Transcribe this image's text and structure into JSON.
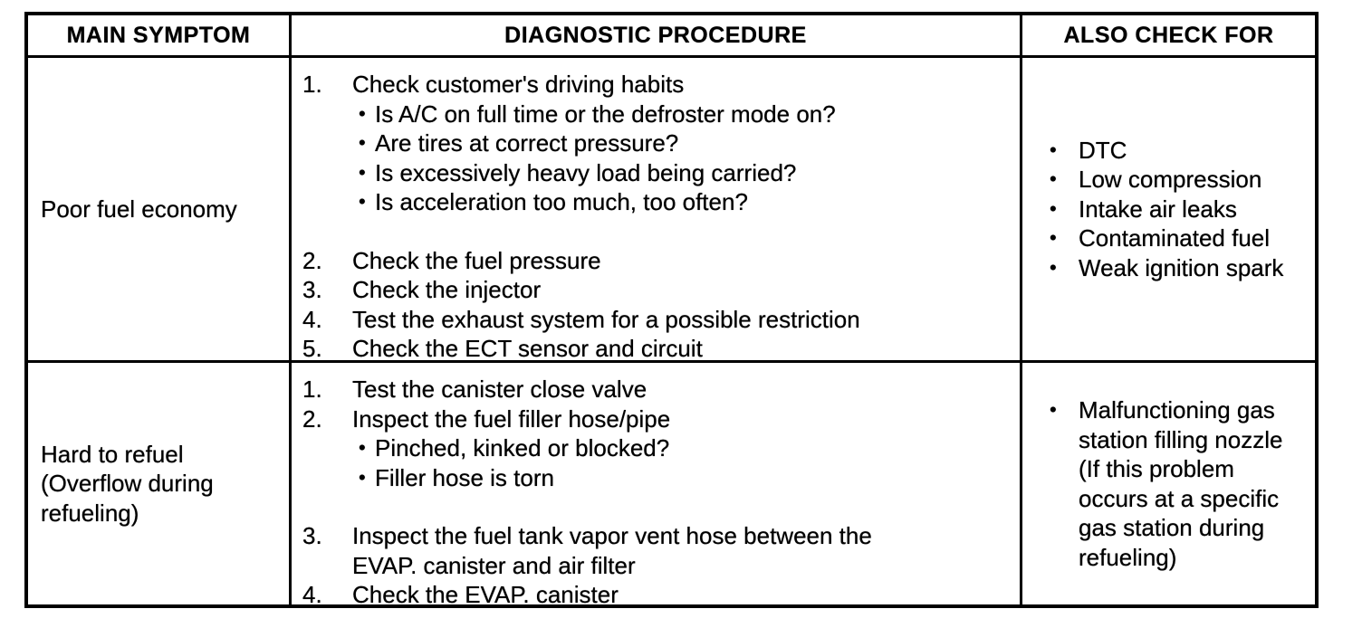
{
  "table": {
    "bullet": "•",
    "headers": [
      {
        "label": "MAIN SYMPTOM"
      },
      {
        "label": "DIAGNOSTIC PROCEDURE"
      },
      {
        "label": "ALSO CHECK FOR"
      }
    ],
    "rows": [
      {
        "symptom": "Poor fuel economy",
        "procedure": [
          {
            "num": "1.",
            "text": "Check customer's driving habits",
            "subs": [
              "Is A/C on full time or the defroster mode on?",
              "Are tires at correct pressure?",
              "Is excessively heavy load being carried?",
              "Is acceleration too much, too often?"
            ]
          },
          {
            "num": "2.",
            "text": "Check the fuel pressure"
          },
          {
            "num": "3.",
            "text": "Check the injector"
          },
          {
            "num": "4.",
            "text": "Test the exhaust system for a possible restriction"
          },
          {
            "num": "5.",
            "text": "Check the ECT sensor and circuit"
          }
        ],
        "also_check": [
          "DTC",
          "Low compression",
          "Intake air leaks",
          "Contaminated fuel",
          "Weak ignition spark"
        ]
      },
      {
        "symptom": "Hard to refuel (Overflow during refueling)",
        "procedure": [
          {
            "num": "1.",
            "text": "Test the canister close valve"
          },
          {
            "num": "2.",
            "text": "Inspect the fuel filler hose/pipe",
            "subs": [
              "Pinched, kinked or blocked?",
              "Filler hose is torn"
            ]
          },
          {
            "num": "3.",
            "text": "Inspect the fuel tank vapor vent hose between the EVAP. canister and air filter"
          },
          {
            "num": "4.",
            "text": "Check the EVAP. canister"
          }
        ],
        "also_check": [
          "Malfunctioning gas station filling nozzle (If this problem occurs at a specific gas station during refueling)"
        ]
      }
    ]
  }
}
